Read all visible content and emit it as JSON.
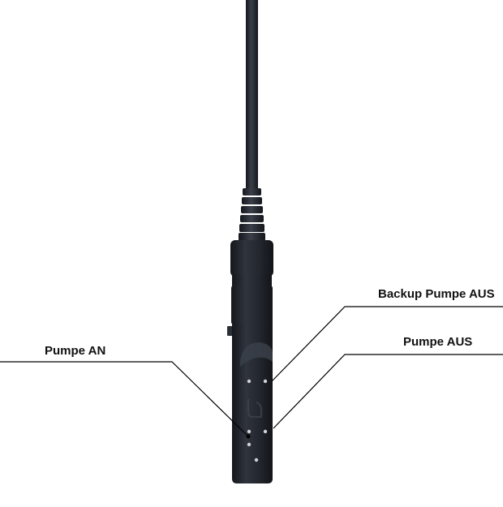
{
  "labels": {
    "backup_pump_off": "Backup Pumpe AUS",
    "pump_off": "Pumpe AUS",
    "pump_on": "Pumpe AN"
  },
  "colors": {
    "background": "#ffffff",
    "cable": "#23262d",
    "body": "#1f2229",
    "body_highlight": "#3a3f49",
    "leader_line": "#000000",
    "contact": "#cfd2d6"
  },
  "icons": {
    "device_logo": "hand-logo-icon"
  }
}
